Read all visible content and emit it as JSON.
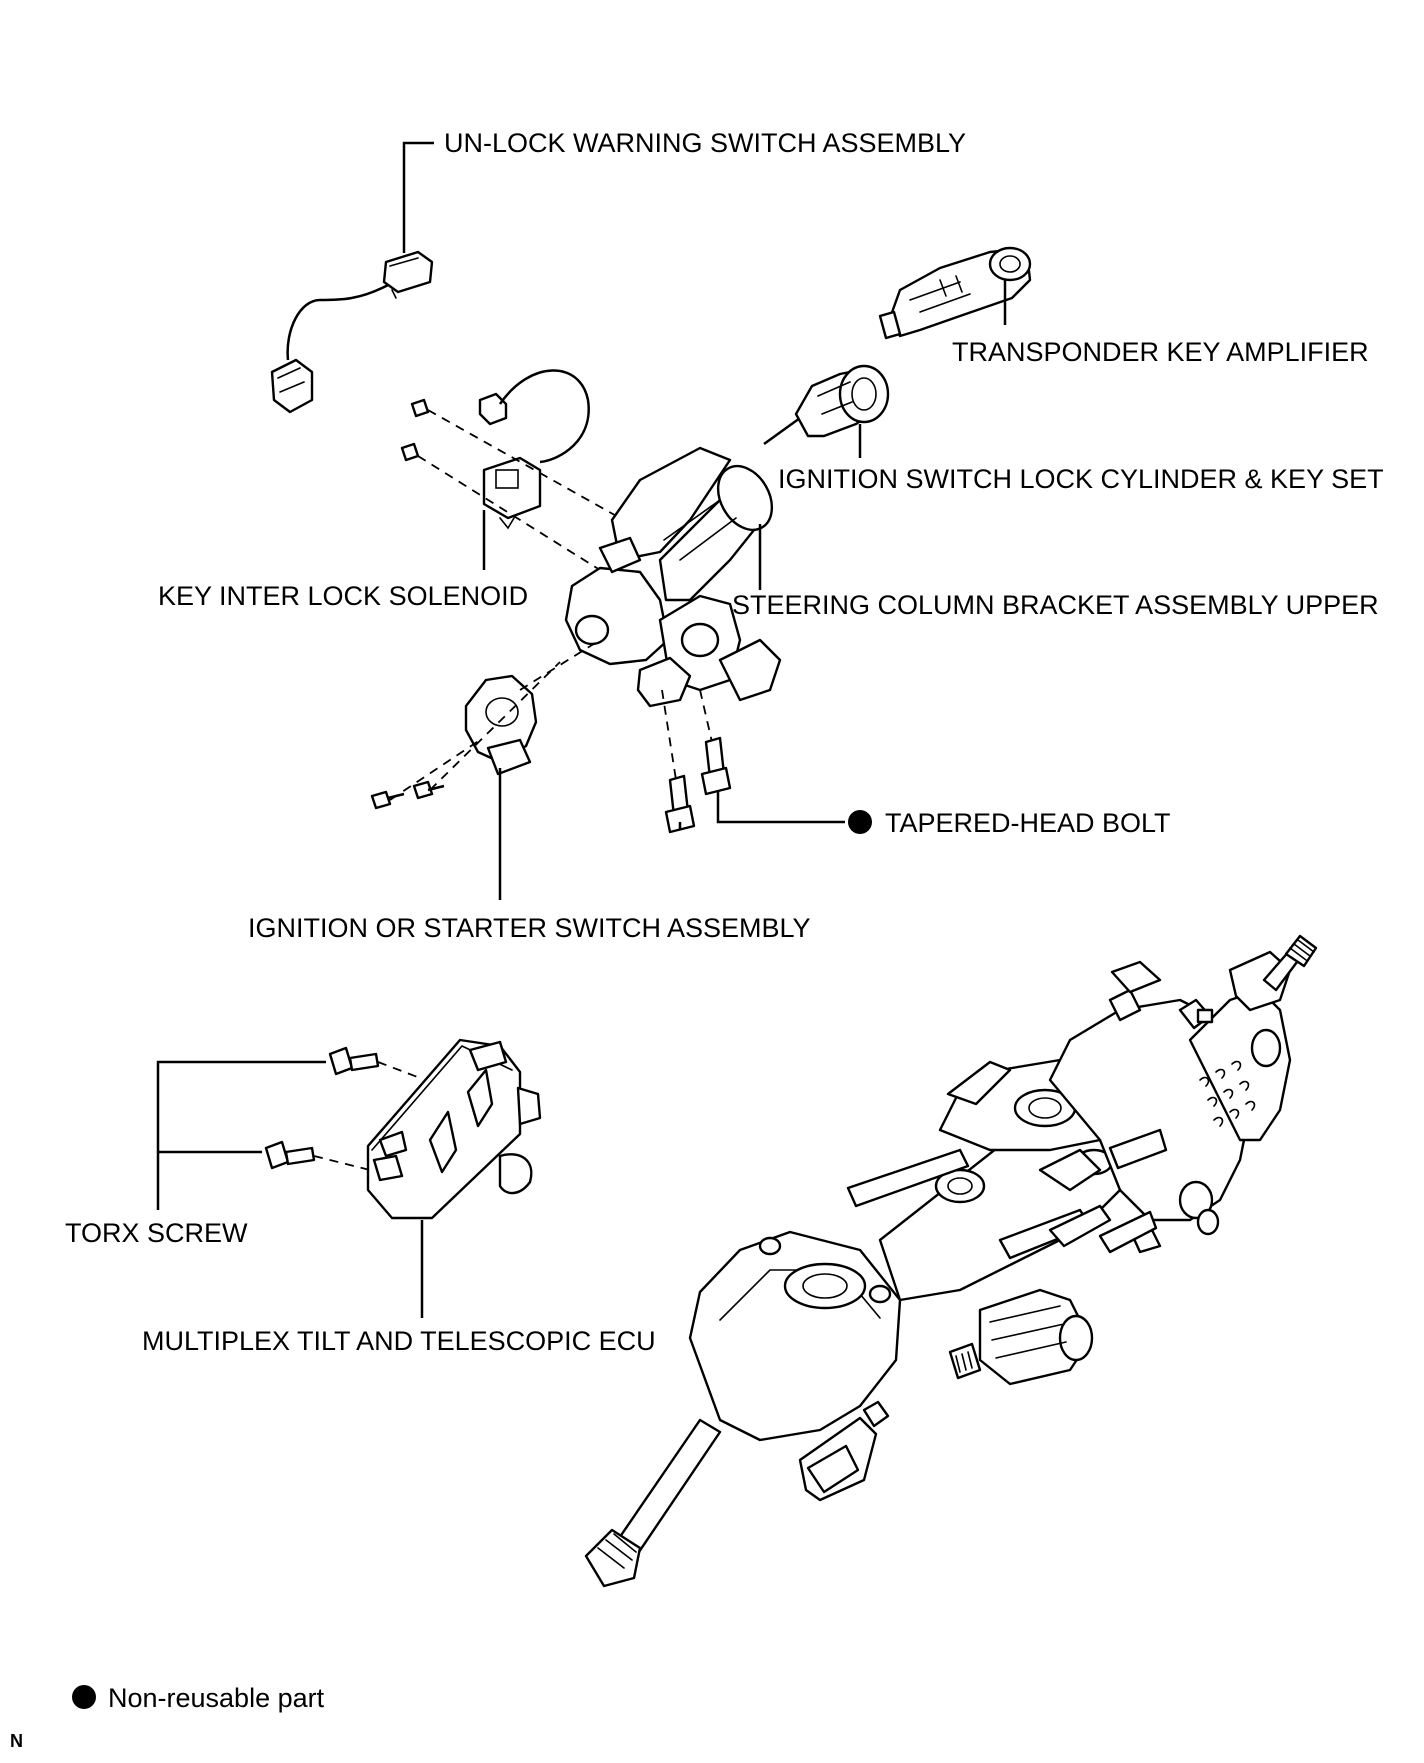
{
  "labels": {
    "unlock_warning_switch": "UN-LOCK WARNING SWITCH ASSEMBLY",
    "transponder_key_amplifier": "TRANSPONDER KEY AMPLIFIER",
    "ignition_lock_cylinder": "IGNITION SWITCH LOCK CYLINDER & KEY SET",
    "key_interlock_solenoid": "KEY INTER LOCK SOLENOID",
    "steering_column_bracket": "STEERING COLUMN BRACKET ASSEMBLY UPPER",
    "tapered_head_bolt": "TAPERED-HEAD BOLT",
    "ignition_starter_switch": "IGNITION OR STARTER SWITCH ASSEMBLY",
    "torx_screw": "TORX SCREW",
    "tilt_telescopic_ecu": "MULTIPLEX TILT AND TELESCOPIC ECU"
  },
  "legend": {
    "non_reusable": "Non-reusable part"
  },
  "corner_code": "N"
}
